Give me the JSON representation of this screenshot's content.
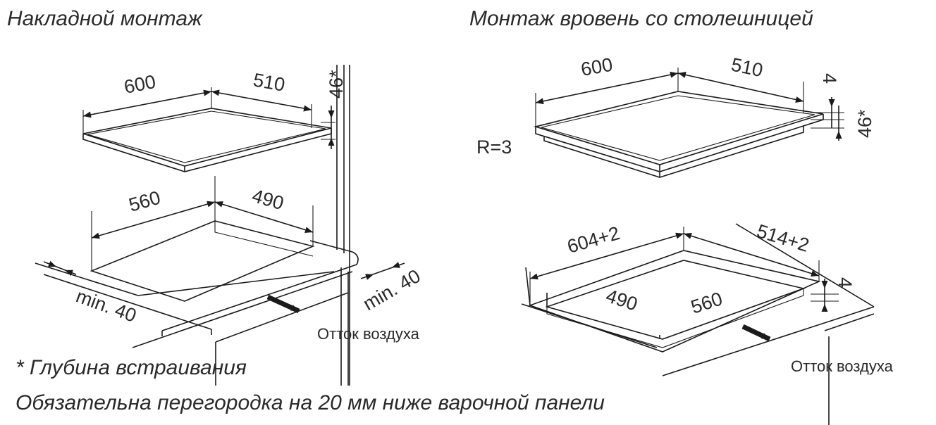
{
  "titles": {
    "overlay": "Накладной монтаж",
    "flush": "Монтаж вровень со столешницей"
  },
  "overlay": {
    "hob_width": "600",
    "hob_depth": "510",
    "hob_height": "46*",
    "cutout_width": "560",
    "cutout_depth": "490",
    "min_front": "min. 40",
    "min_side": "min. 40",
    "airflow": "Отток воздуха"
  },
  "flush": {
    "hob_width": "600",
    "hob_depth": "510",
    "glass_thickness": "4",
    "hob_height": "46*",
    "radius": "R=3",
    "recess_width": "604+2",
    "recess_depth": "514+2",
    "recess_step": "4",
    "cutout_depth": "490",
    "cutout_width": "560",
    "airflow": "Отток воздуха"
  },
  "notes": {
    "depth_note": "* Глубина встраивания",
    "partition_note": "Обязательна перегородка на 20 мм ниже варочной панели"
  }
}
